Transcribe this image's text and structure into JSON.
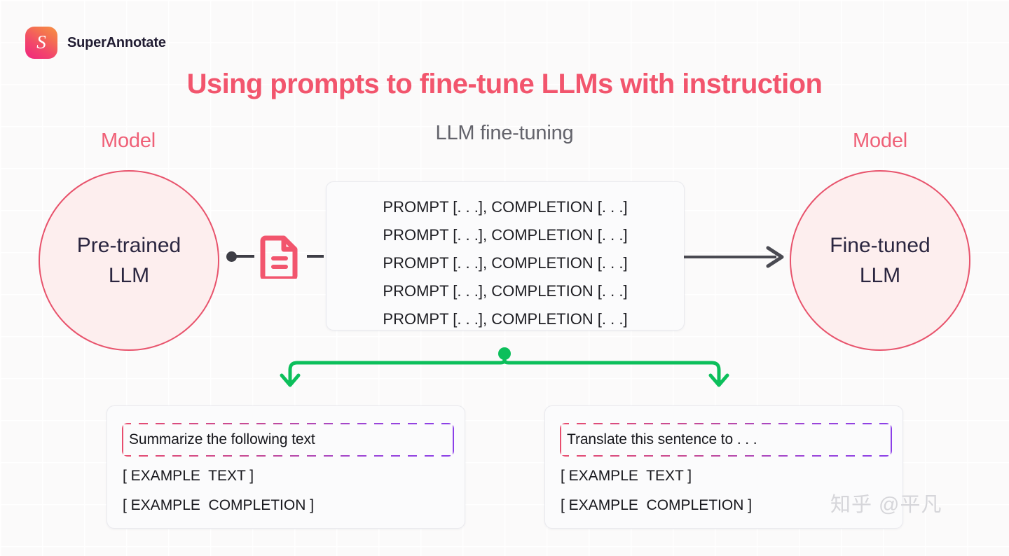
{
  "brand": {
    "name": "SuperAnnotate",
    "logo_glyph": "S",
    "logo_gradient_from": "#f0257f",
    "logo_gradient_to": "#f79244"
  },
  "title": "Using prompts to fine-tune LLMs with instruction",
  "title_color": "#f2556d",
  "section_label": "LLM fine-tuning",
  "models": {
    "left": {
      "caption": "Model",
      "name": "Pre-trained\nLLM"
    },
    "right": {
      "caption": "Model",
      "name": "Fine-tuned\nLLM"
    },
    "circle_fill": "#fdeeee",
    "circle_border": "#e8536c",
    "caption_color": "#ef6077"
  },
  "dataset_panel": {
    "rows": [
      "PROMPT [. . .], COMPLETION [. . .]",
      "PROMPT [. . .], COMPLETION [. . .]",
      "PROMPT [. . .], COMPLETION [. . .]",
      "PROMPT [. . .], COMPLETION [. . .]",
      "PROMPT [. . .], COMPLETION [. . .]"
    ]
  },
  "connectors": {
    "dark_color": "#3e3e46",
    "branch_color": "#0cbf5b",
    "doc_icon_color": "#f2556d"
  },
  "examples": [
    {
      "prompt": "Summarize the following text",
      "lines": [
        "[ EXAMPLE  TEXT ]",
        "[ EXAMPLE  COMPLETION ]"
      ]
    },
    {
      "prompt": "Translate this sentence to . . .",
      "lines": [
        "[ EXAMPLE  TEXT ]",
        "[ EXAMPLE  COMPLETION ]"
      ]
    }
  ],
  "dashed_gradient": {
    "from": "#e84d6e",
    "to": "#8b3fe8"
  },
  "watermark": "知乎 @平凡"
}
